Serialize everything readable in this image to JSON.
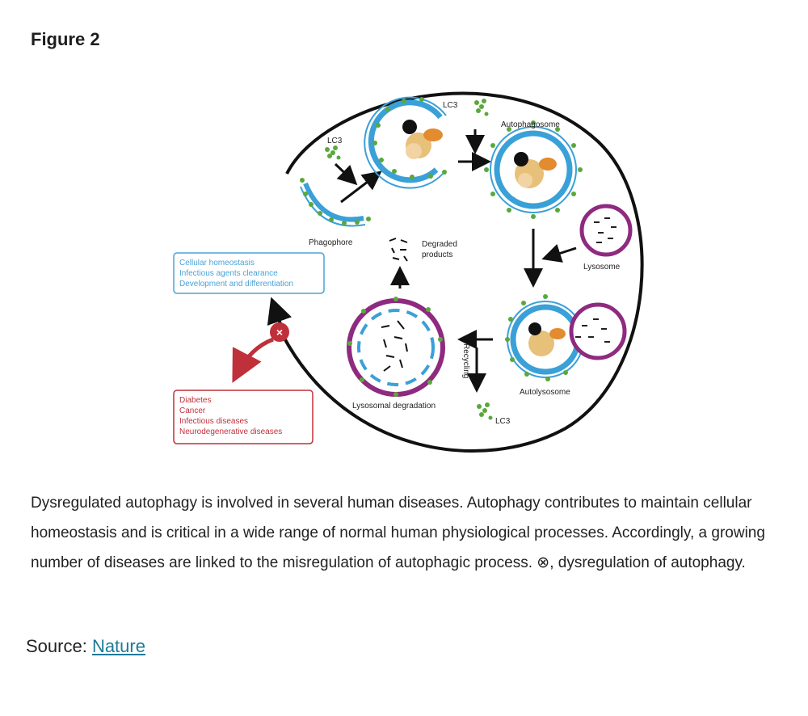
{
  "figure": {
    "title": "Figure 2",
    "labels": {
      "lc3_top": "LC3",
      "lc3_left": "LC3",
      "lc3_bottom": "LC3",
      "autophagosome": "Autophagosome",
      "phagophore": "Phagophore",
      "degraded_line1": "Degraded",
      "degraded_line2": "products",
      "lysosome": "Lysosome",
      "autolysosome": "Autolysosome",
      "lysosomal_degradation": "Lysosomal degradation",
      "recycling": "Recycling"
    },
    "normal_box": [
      "Cellular homeostasis",
      "Infectious agents clearance",
      "Development and differentiation"
    ],
    "disease_box": [
      "Diabetes",
      "Cancer",
      "Infectious diseases",
      "Neurodegenerative diseases"
    ],
    "colors": {
      "membrane_blue": "#3aa0d8",
      "lysosome_purple": "#8e2a7f",
      "lc3_green": "#5aa83c",
      "disease_red": "#c0303a",
      "normal_blue": "#4aa3d6"
    }
  },
  "caption": "Dysregulated autophagy is involved in several human diseases. Autophagy contributes to maintain cellular homeostasis and is critical in a wide range of normal human physiological processes. Accordingly, a growing number of diseases are linked to the misregulation of autophagic process. ⊗, dysregulation of autophagy.",
  "source": {
    "prefix": "Source: ",
    "link_text": "Nature"
  }
}
